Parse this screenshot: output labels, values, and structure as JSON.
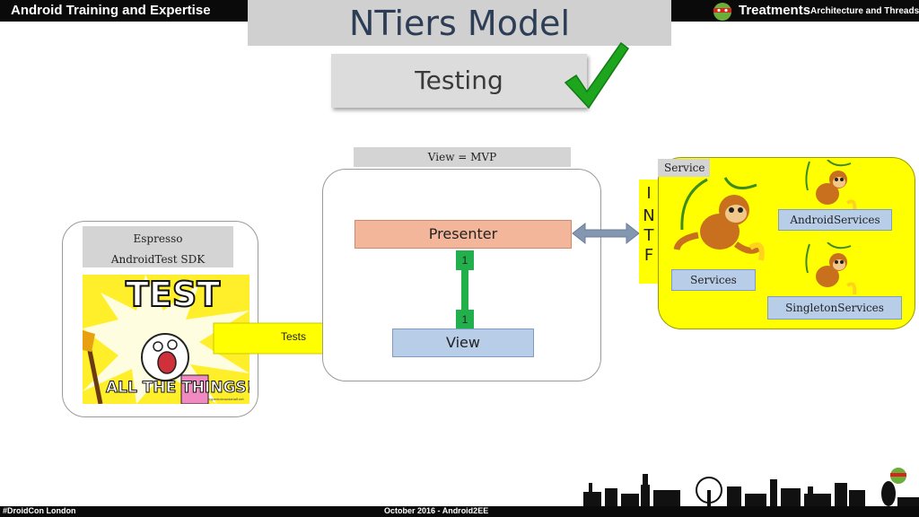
{
  "header": {
    "left_title": "Android Training and Expertise",
    "right_title": "Treatments",
    "right_subtitle": "Architecture and Threads"
  },
  "slide": {
    "title": "NTiers Model",
    "subtitle": "Testing"
  },
  "test_panel": {
    "label_line1": "Espresso",
    "label_line2": "AndroidTest SDK",
    "meme_top": "TEST",
    "meme_bottom": "ALL THE THINGS!!!",
    "meme_credit": "hyperboleandahalf.net"
  },
  "arrow_label": "Tests",
  "view_panel": {
    "label": "View = MVP",
    "presenter": "Presenter",
    "view": "View",
    "multiplicity_top": "1",
    "multiplicity_bottom": "1"
  },
  "intf": [
    "I",
    "N",
    "T",
    "F"
  ],
  "service_panel": {
    "label": "Service",
    "services": "Services",
    "android_services": "AndroidServices",
    "singleton_services": "SingletonServices"
  },
  "footer": {
    "left": "#DroidCon London",
    "center": "October 2016 - Android2EE"
  },
  "colors": {
    "presenter_fill": "#f4b69a",
    "view_fill": "#b8cde8",
    "service_bg": "#ffff00",
    "arrow_fill": "#ffff00",
    "connector_green": "#22b04c",
    "checkmark_green": "#1ea51e"
  }
}
